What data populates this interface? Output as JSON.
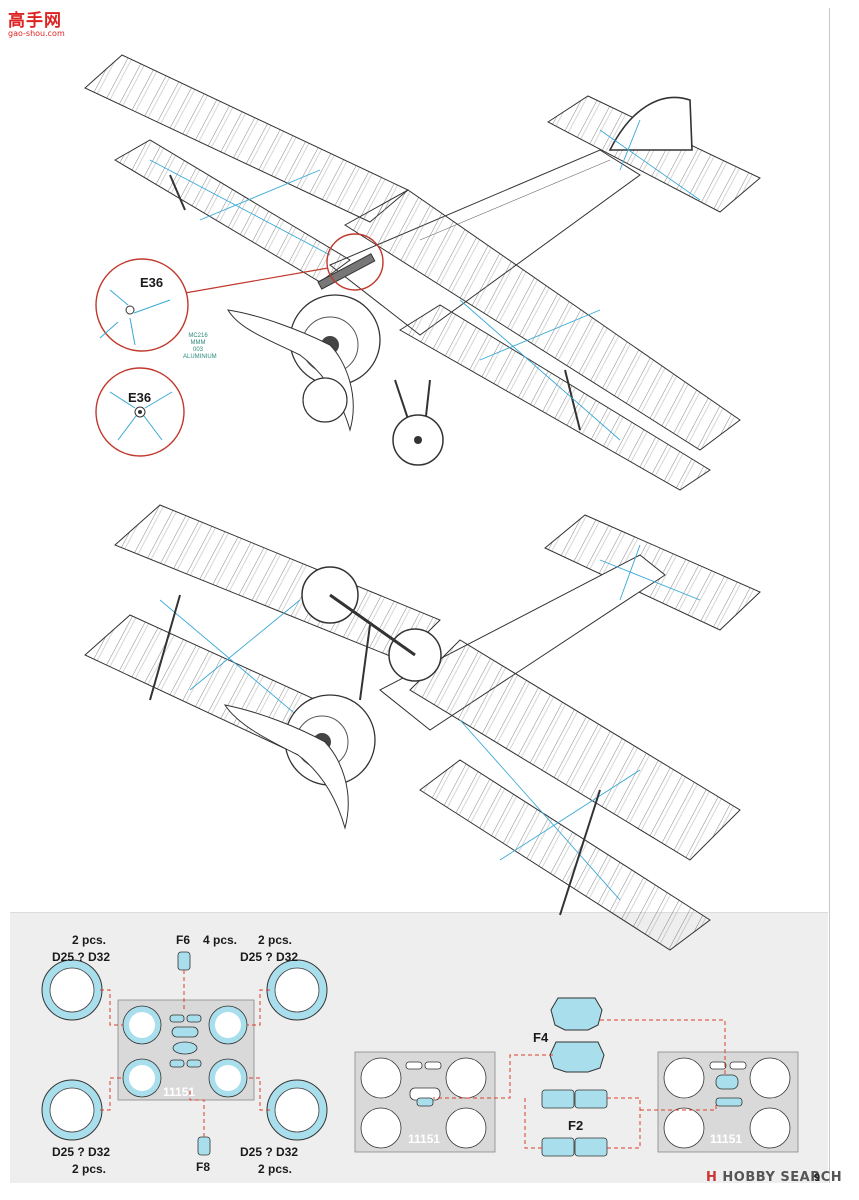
{
  "logo": {
    "main": "高手网",
    "sub": "gao-shou.com"
  },
  "callouts": {
    "top": "E36",
    "bottom": "E36"
  },
  "note": {
    "line1": "MC216",
    "line2": "MMM",
    "line3": "003",
    "line4": "ALUMINIUM"
  },
  "masks": {
    "tl_qty": "2 pcs.",
    "tl_code": "D25 ? D32",
    "tr_qty": "2 pcs.",
    "tr_code": "D25 ? D32",
    "bl_qty": "2 pcs.",
    "bl_code": "D25 ? D32",
    "br_qty": "2 pcs.",
    "br_code": "D25 ? D32",
    "f6": "F6",
    "f6_qty": "4 pcs.",
    "f8": "F8",
    "f4": "F4",
    "f2": "F2",
    "sheet_left": "11151",
    "sheet_mid": "11151",
    "sheet_right": "11151"
  },
  "watermark": {
    "mark": "H",
    "text": "HOBBY SEARCH"
  },
  "page_number": "9",
  "colors": {
    "rigging": "#3aa9d6",
    "mask": "#a9dfec",
    "callout": "#c0392b",
    "leader": "#d9402b",
    "line": "#3a3a3a"
  }
}
